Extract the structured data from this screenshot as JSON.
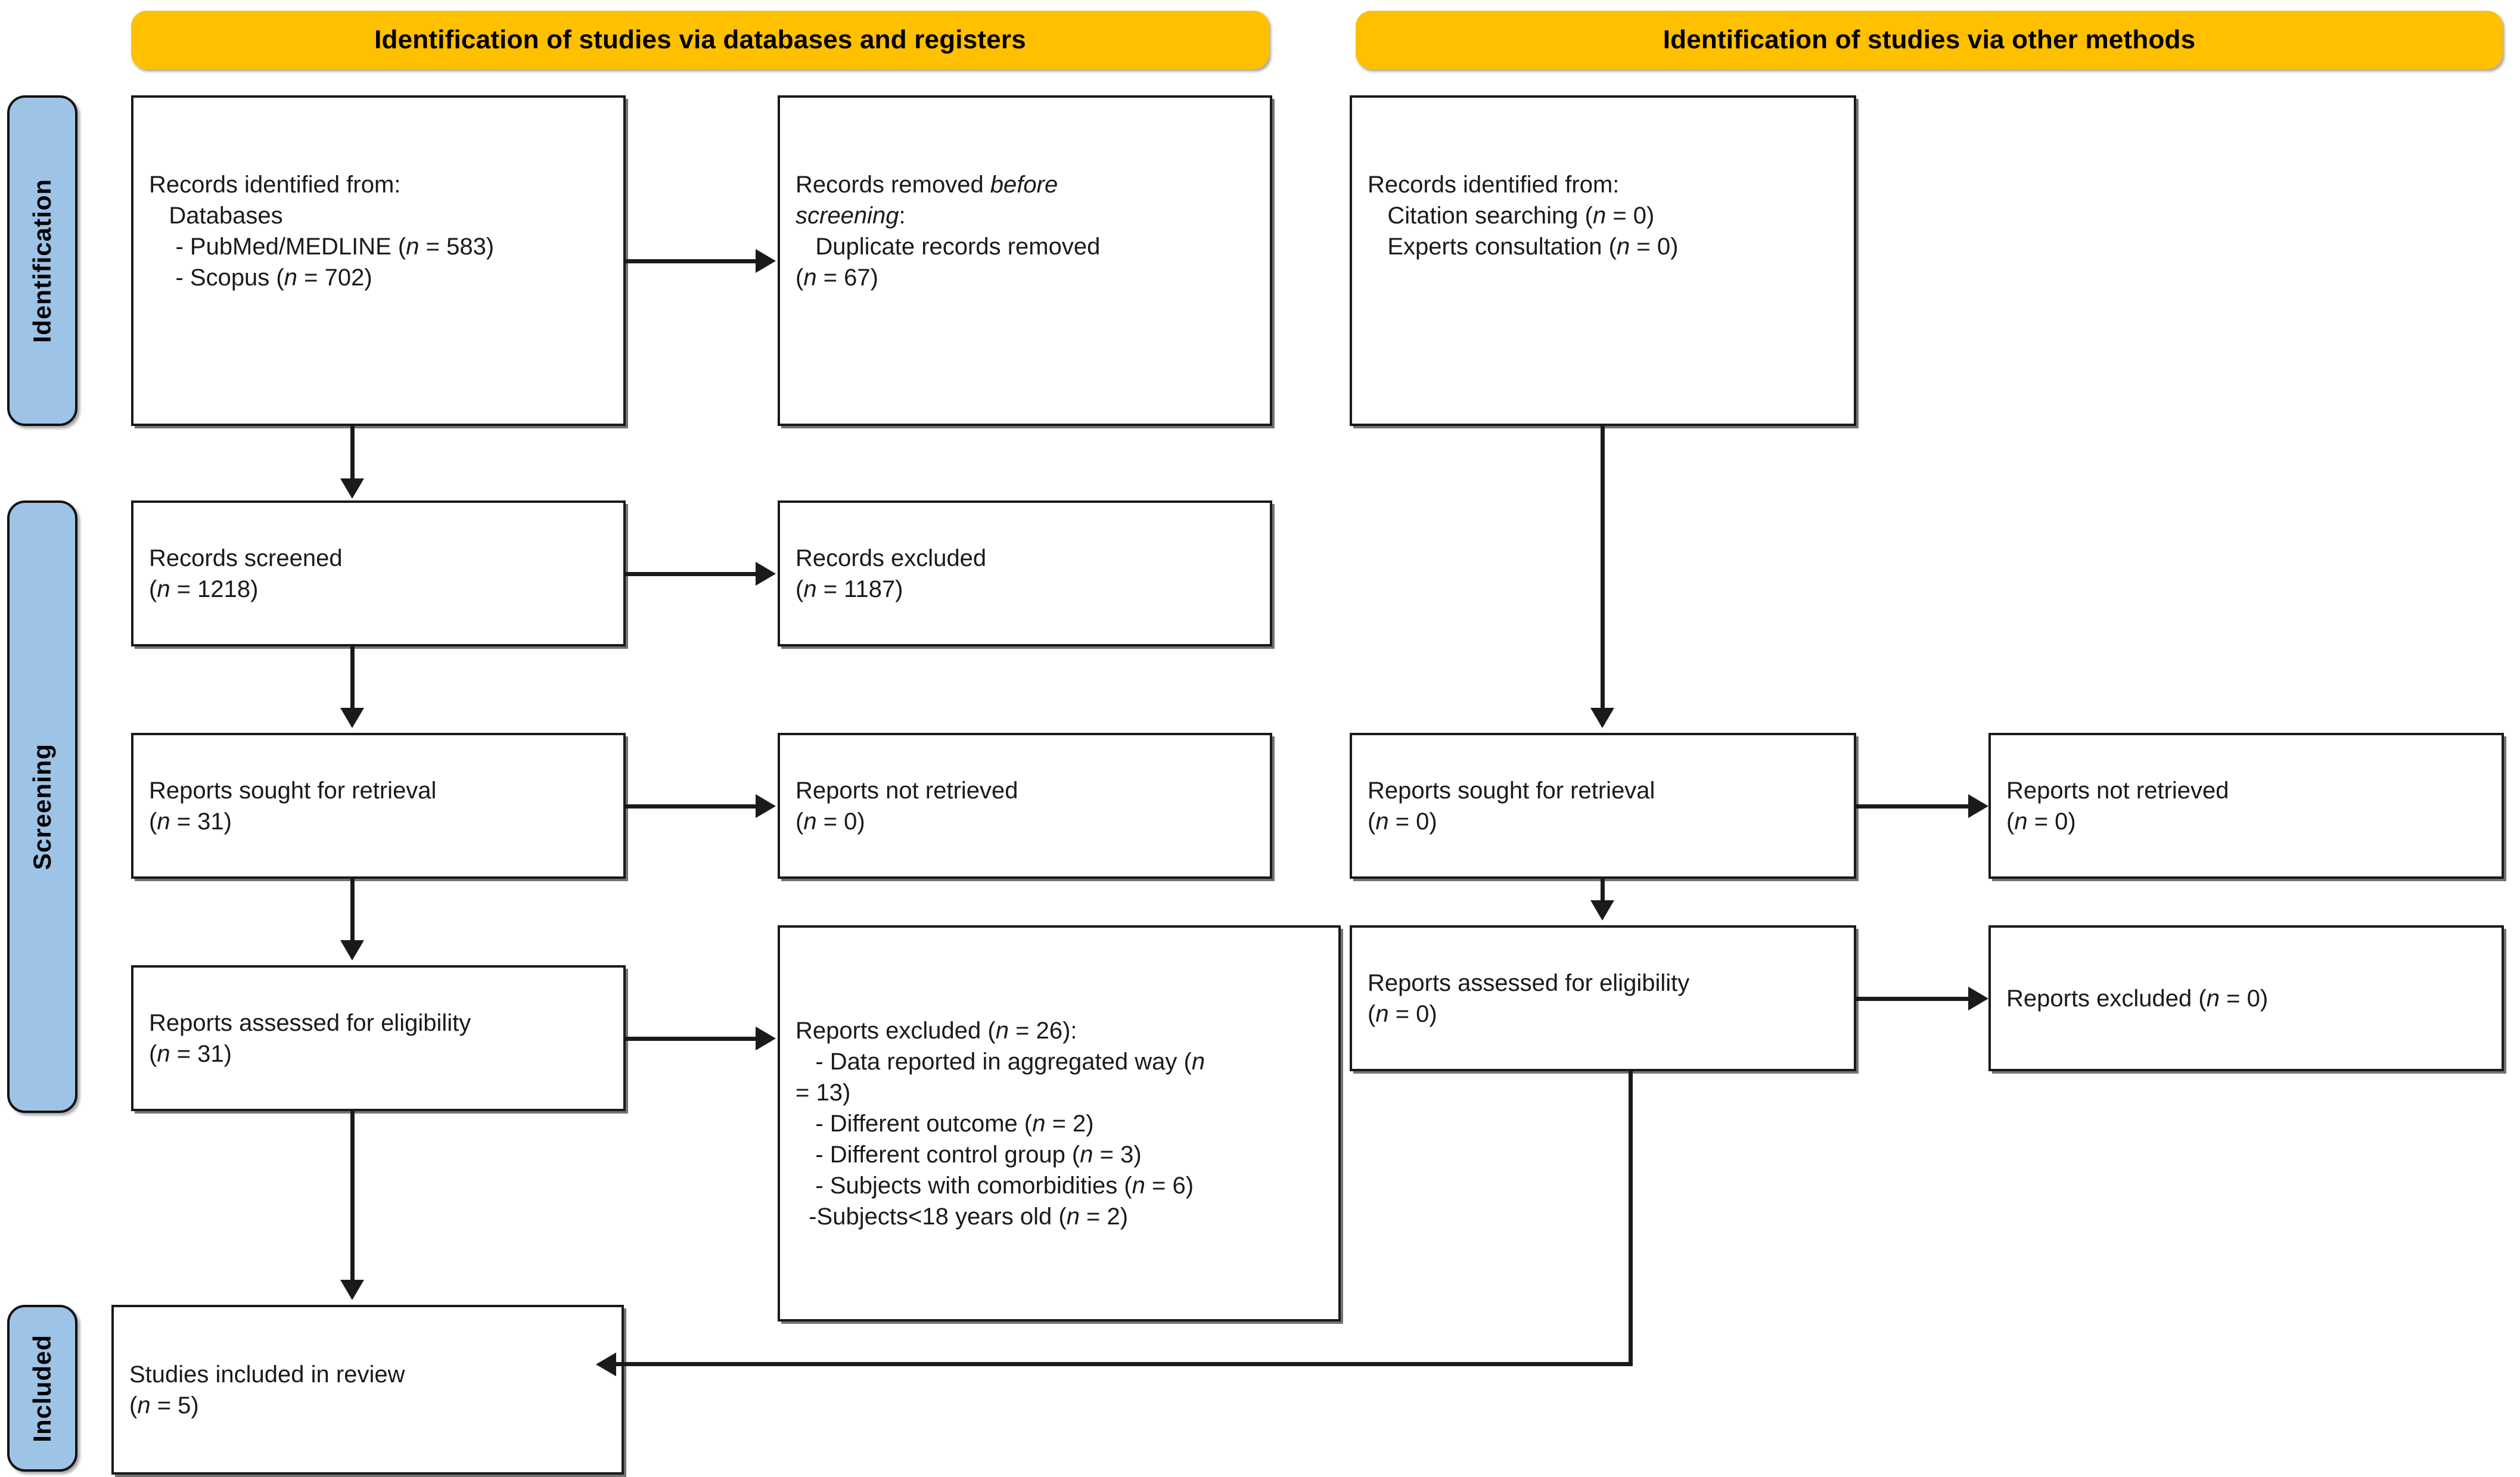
{
  "diagram": {
    "title": "PRISMA 2020 flow diagram",
    "colors": {
      "header_amber": "#FFC000",
      "band_blue": "#9DC3E6",
      "stroke": "#1a1a1a"
    }
  },
  "headers": {
    "left": "Identification of studies via databases and registers",
    "right": "Identification of studies via other methods"
  },
  "stage_bands": [
    {
      "key": "identification",
      "label": "Identification"
    },
    {
      "key": "screening",
      "label": "Screening"
    },
    {
      "key": "included",
      "label": "Included"
    }
  ],
  "left_column": {
    "identified": "Records identified from:\n   Databases\n    - PubMed/MEDLINE (n = 583)\n    - Scopus (n = 702)",
    "removed": "Records removed before\nscreening:\n   Duplicate records removed\n(n = 67)",
    "screened": "Records screened\n(n = 1218)",
    "excluded": "Records excluded\n(n = 1187)",
    "sought": "Reports sought for retrieval\n(n = 31)",
    "not_retrieved": "Reports not retrieved\n(n = 0)",
    "assessed": "Reports assessed for eligibility\n(n = 31)",
    "reports_excluded": "Reports excluded (n = 26):\n   - Data reported in aggregated way (n\n= 13)\n   - Different outcome (n = 2)\n   - Different control group (n = 3)\n   - Subjects with comorbidities (n = 6)\n  -Subjects<18 years old (n = 2)",
    "included_in_review": "Studies included in review\n(n = 5)"
  },
  "right_column": {
    "identified": "Records identified from:\n   Citation searching (n = 0)\n   Experts consultation (n = 0)",
    "sought": "Reports sought for retrieval\n(n = 0)",
    "not_retrieved": "Reports not retrieved\n(n = 0)",
    "assessed": "Reports assessed for eligibility\n(n = 0)",
    "reports_excluded": "Reports excluded (n = 0)"
  },
  "counts": {
    "pubmed_medline": 583,
    "scopus": 702,
    "duplicates_removed": 67,
    "records_screened": 1218,
    "records_excluded": 1187,
    "reports_sought": 31,
    "reports_not_retrieved": 0,
    "reports_assessed": 31,
    "reports_excluded_total": 26,
    "excluded_aggregated_data": 13,
    "excluded_different_outcome": 2,
    "excluded_different_control_group": 3,
    "excluded_comorbidities": 6,
    "excluded_under_18": 2,
    "studies_included": 5,
    "other_citation_searching": 0,
    "other_experts_consultation": 0,
    "other_reports_sought": 0,
    "other_reports_not_retrieved": 0,
    "other_reports_assessed": 0,
    "other_reports_excluded": 0
  }
}
